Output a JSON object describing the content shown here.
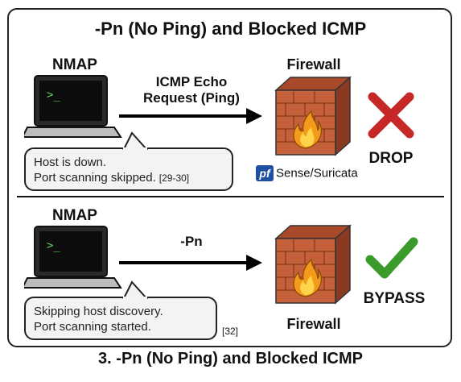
{
  "title": "-Pn (No Ping) and Blocked ICMP",
  "caption": "3. -Pn (No Ping) and Blocked ICMP",
  "top_panel": {
    "scanner_label": "NMAP",
    "terminal_prompt": ">_",
    "arrow_label_line1": "ICMP Echo",
    "arrow_label_line2": "Request (Ping)",
    "firewall_label": "Firewall",
    "bubble_line1": "Host is down.",
    "bubble_line2": "Port scanning skipped.",
    "bubble_ref": "[29-30]",
    "result_label": "DROP",
    "vendor_logo": "pf",
    "vendor_text": "Sense/Suricata",
    "result_color": "#c62828"
  },
  "bottom_panel": {
    "scanner_label": "NMAP",
    "terminal_prompt": ">_",
    "arrow_label": "-Pn",
    "firewall_label": "Firewall",
    "bubble_line1": "Skipping host discovery.",
    "bubble_line2": "Port scanning started.",
    "bubble_ref": "[32]",
    "result_label": "BYPASS",
    "result_color": "#3a9a2a"
  }
}
